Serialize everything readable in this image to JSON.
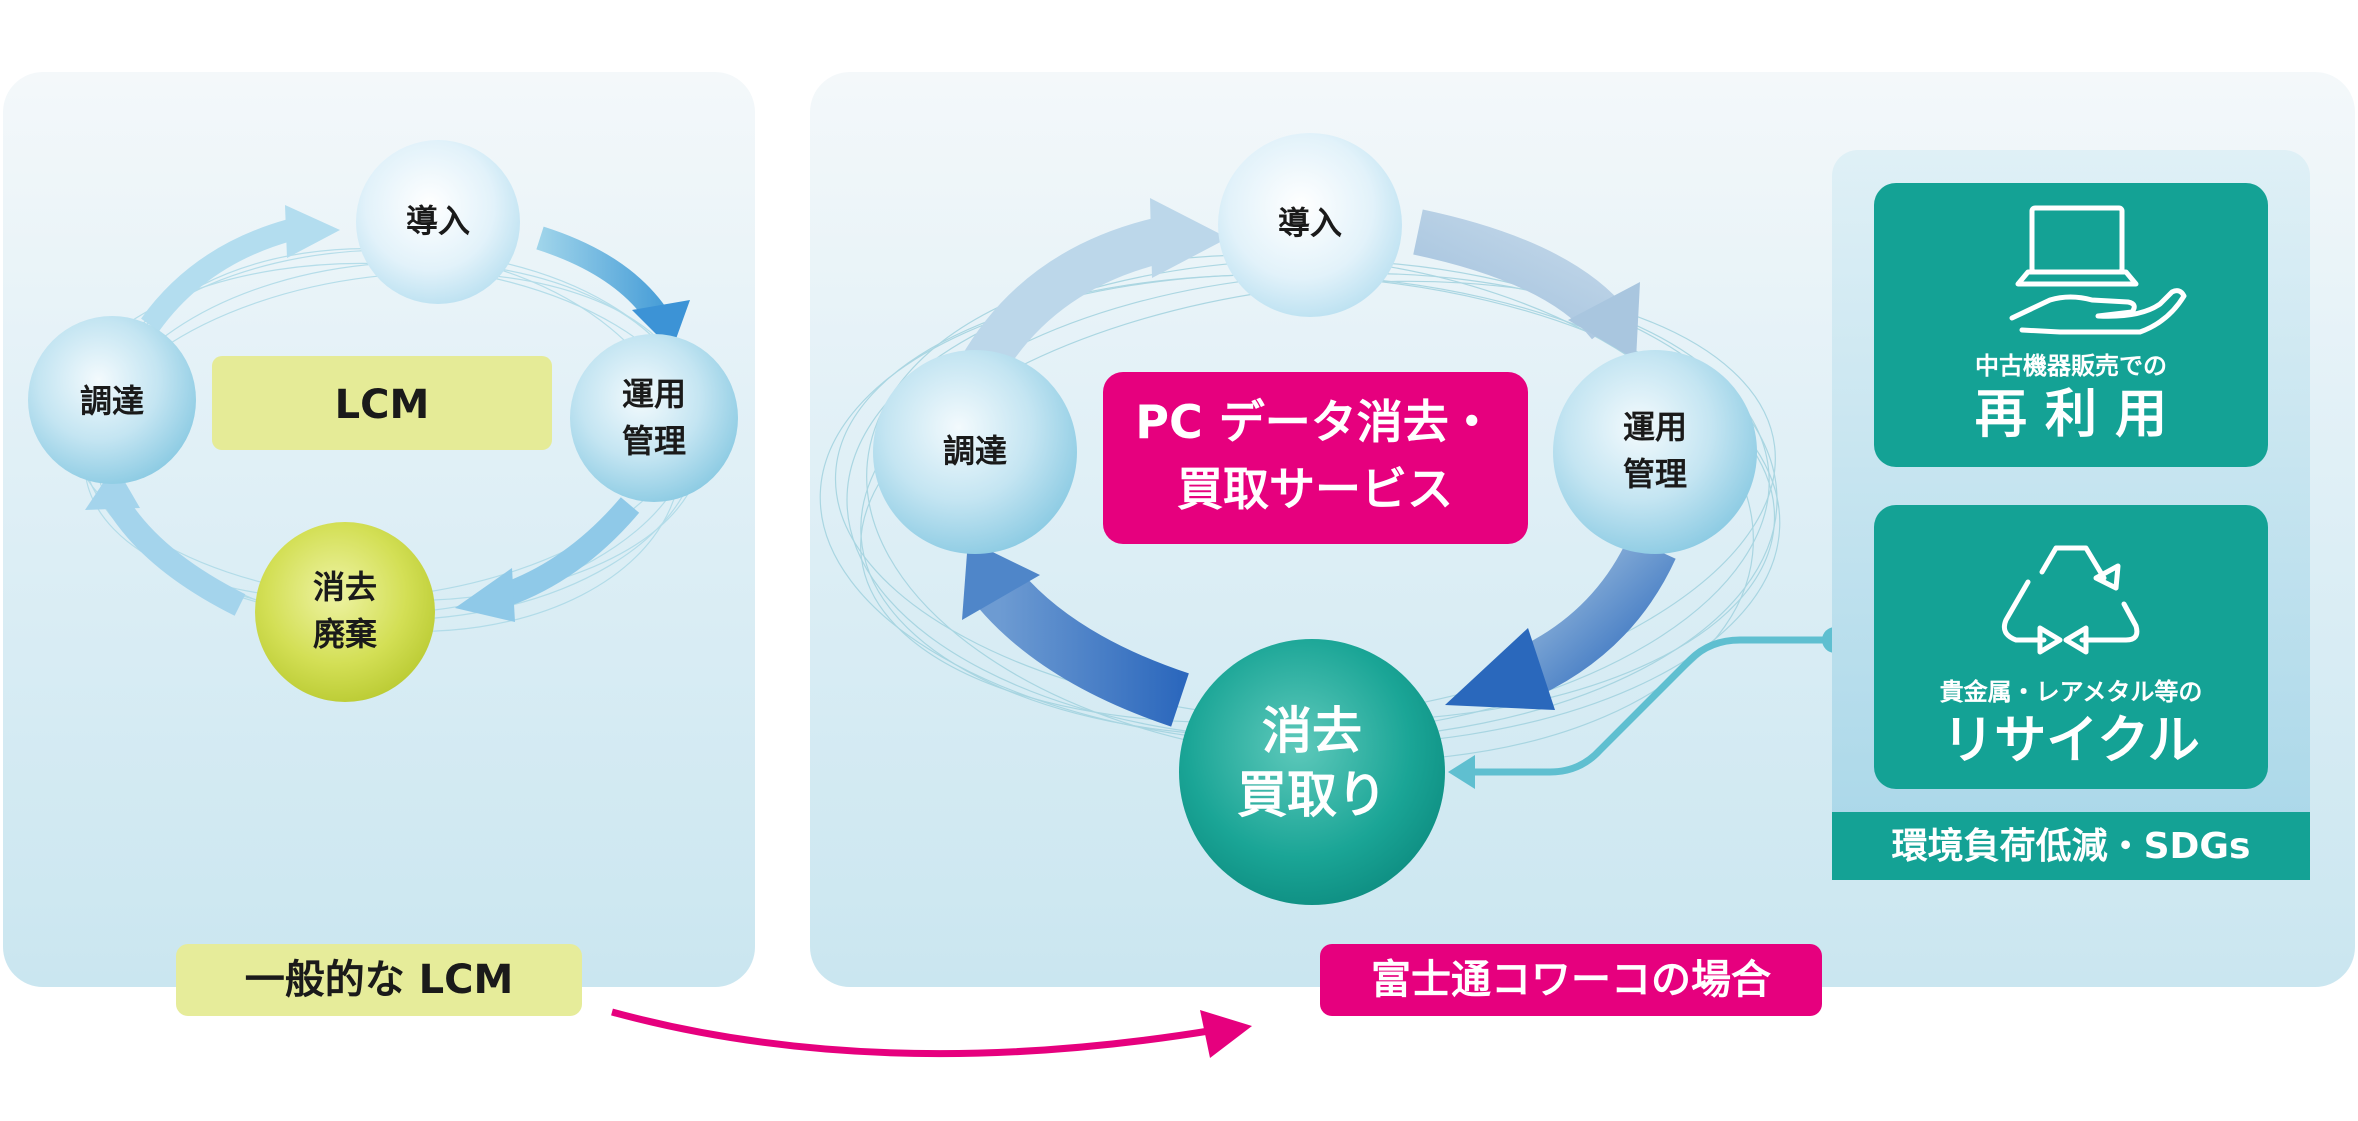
{
  "left": {
    "nodes": {
      "donyu": "導入",
      "chotatsu": "調達",
      "unyo_line1": "運用",
      "unyo_line2": "管理",
      "shokyo_line1": "消去",
      "shokyo_line2": "廃棄"
    },
    "center_label": "LCM",
    "caption": "一般的な LCM"
  },
  "right": {
    "nodes": {
      "donyu": "導入",
      "chotatsu": "調達",
      "unyo_line1": "運用",
      "unyo_line2": "管理",
      "kaitori_line1": "消去",
      "kaitori_line2": "買取り"
    },
    "center_line1": "PC データ消去・",
    "center_line2": "買取サービス",
    "caption": "富士通コワーコの場合"
  },
  "side_panel": {
    "reuse_small": "中古機器販売での",
    "reuse_large": "再 利 用",
    "reuse_icon": "laptop-on-hand-icon",
    "recycle_small": "貴金属・レアメタル等の",
    "recycle_large": "リサイクル",
    "recycle_icon": "recycle-icon",
    "footer": "環境負荷低減・SDGs"
  },
  "colors": {
    "teal": "#14a295",
    "magenta": "#e6007e",
    "lime_bg": "#e6ec9a",
    "lime_node": "#cad84a",
    "panel_bg": "#cfe8f0",
    "node_blue": "#a9d9ec",
    "arrow_blue": "#2a6bbf"
  }
}
